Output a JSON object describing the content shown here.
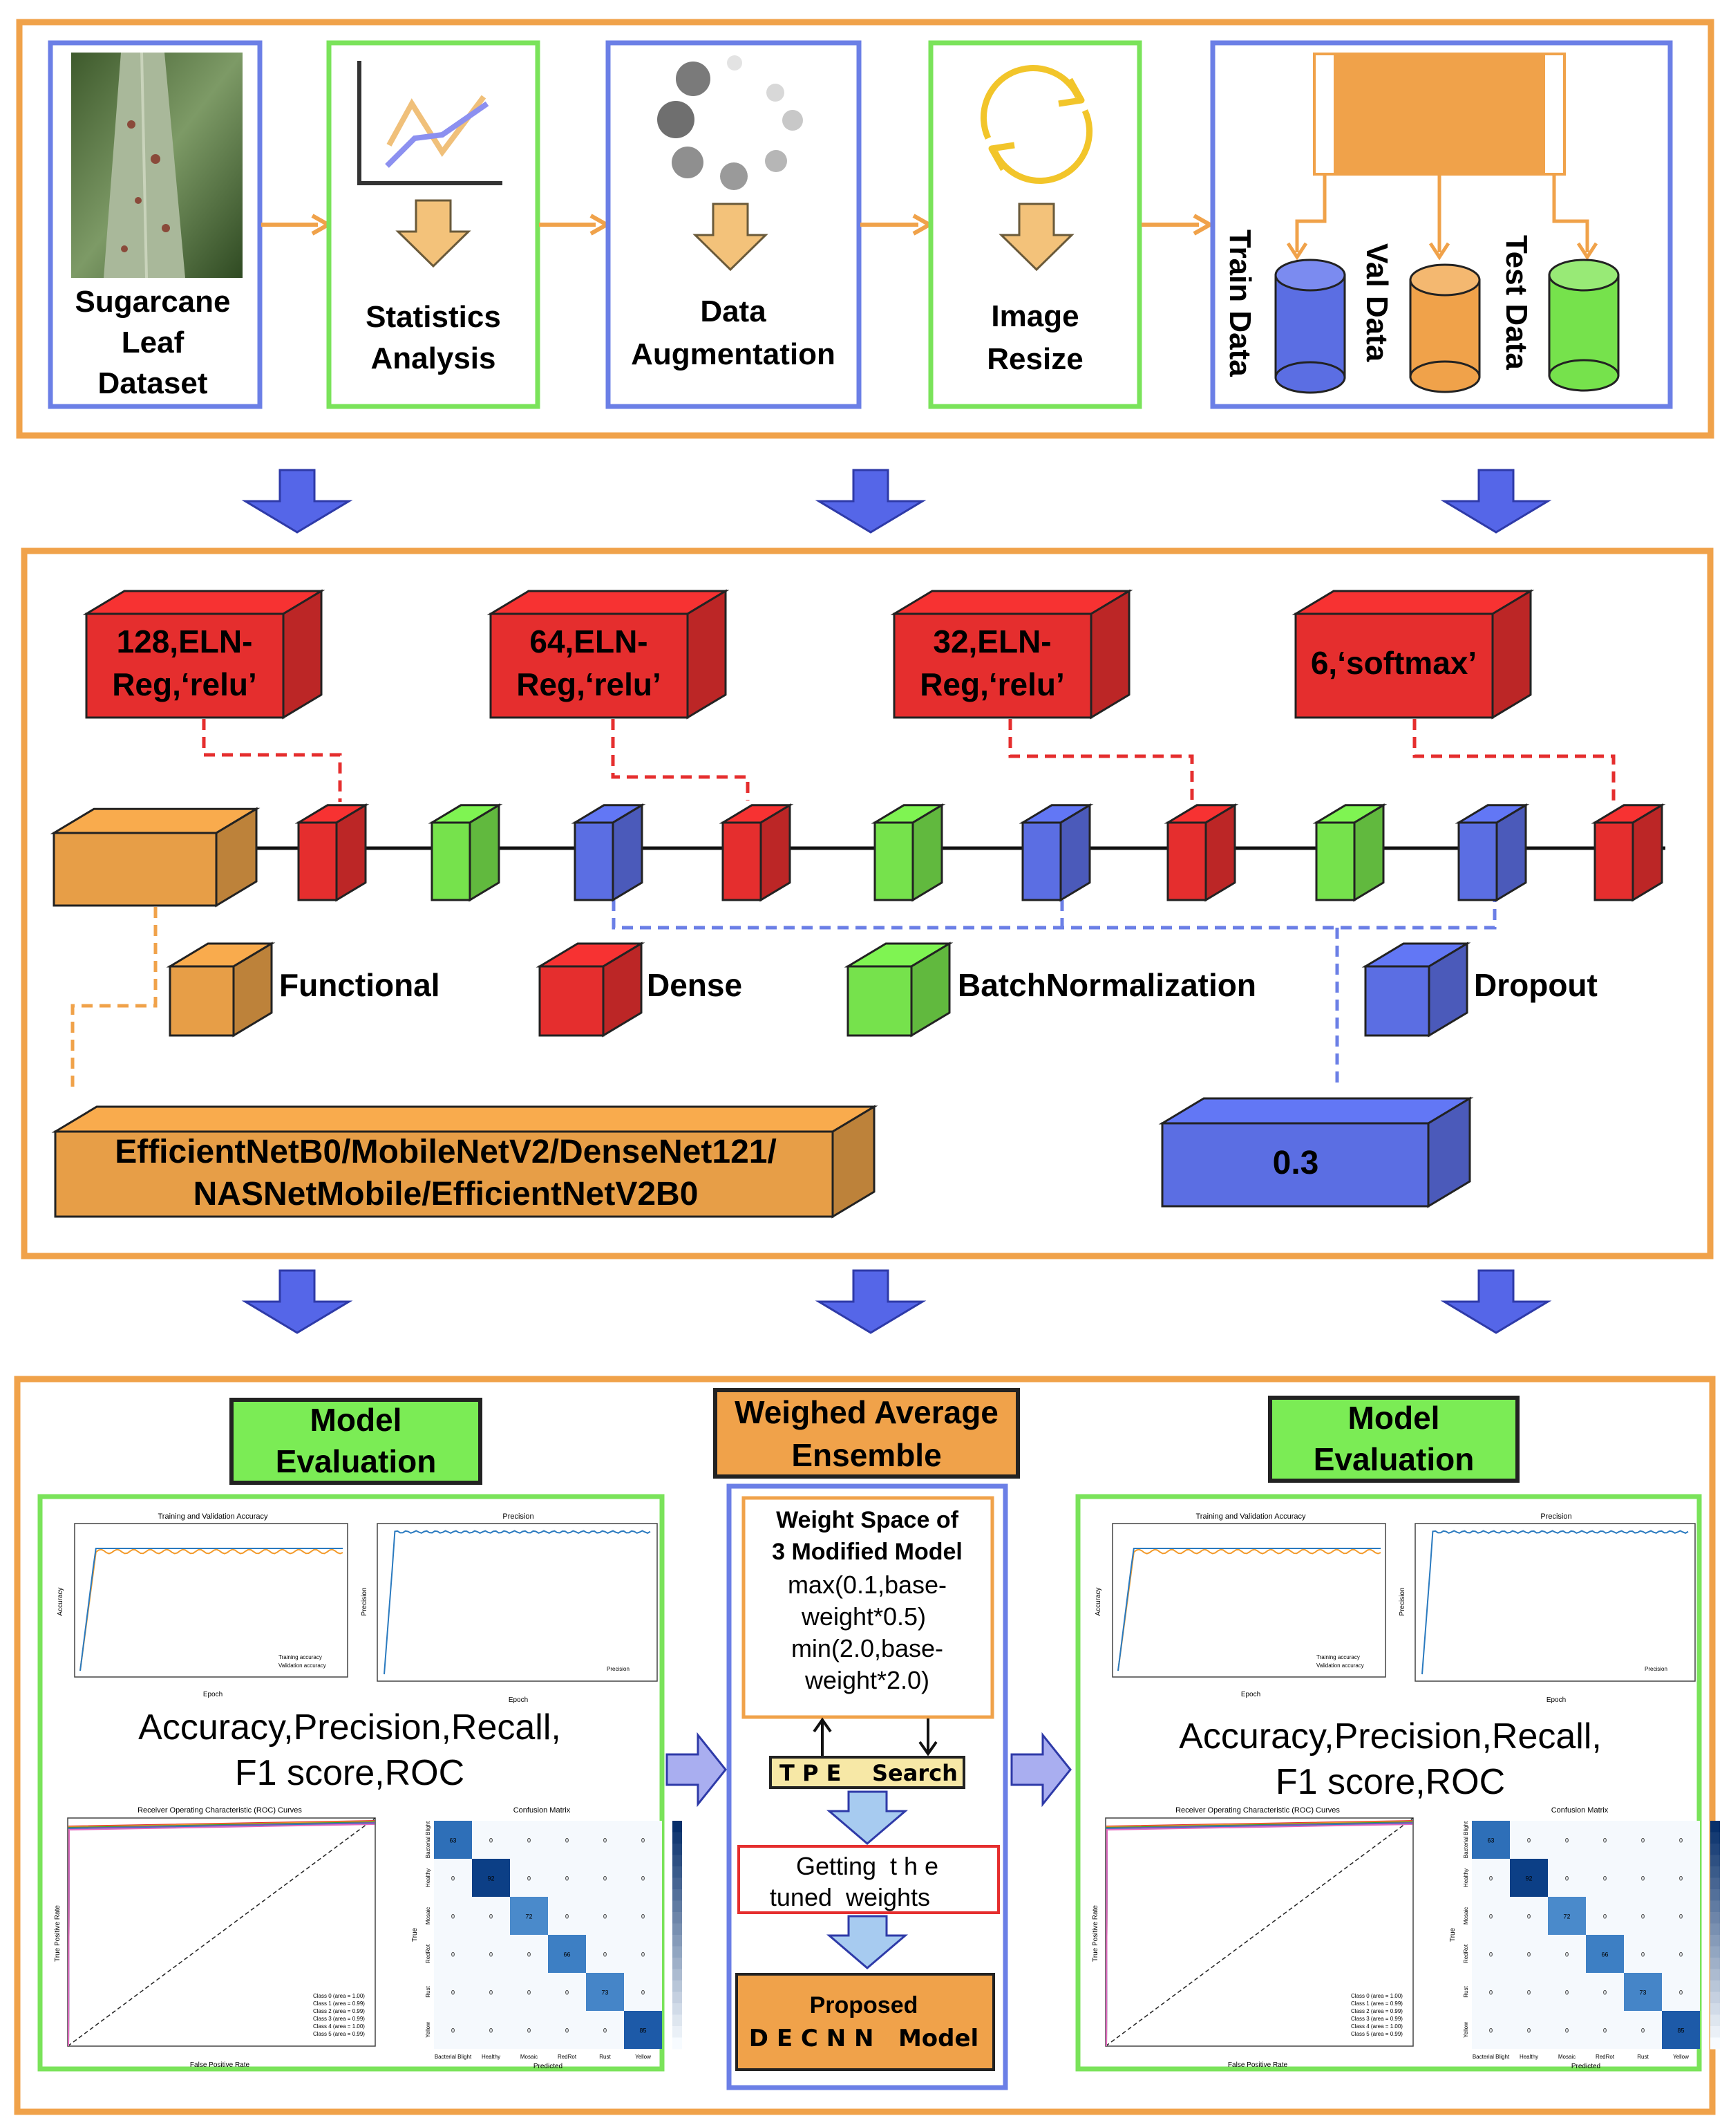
{
  "colors": {
    "orange_frame": "#F0A24A",
    "blue_frame": "#6B7FE6",
    "green_frame": "#7AE35A",
    "red_block": "#E52E2E",
    "blue_block": "#5B6EE3",
    "green_block": "#76E24C",
    "orange_block": "#E79E47",
    "model_eval_fill": "#7BEC55",
    "ensemble_fill": "#F0A24A",
    "arrow_blue": "#5566E8",
    "arrow_lightblue": "#A7CBF0"
  },
  "preprocessing": {
    "dataset_label": "Sugarcane Leaf Dataset",
    "statistics_label": "Statistics Analysis",
    "augmentation_label": "Data Augmentation",
    "resize_label": "Image Resize",
    "split": {
      "train": "Train Data",
      "val": "Val Data",
      "test": "Test Data"
    }
  },
  "architecture": {
    "dense_blocks": [
      "128,ELN-Reg,‘relu’",
      "64,ELN-Reg,‘relu’",
      "32,ELN-Reg,‘relu’",
      "6,‘softmax’"
    ],
    "layer_sequence": [
      "functional",
      "dense",
      "batchnorm",
      "dropout",
      "dense",
      "batchnorm",
      "dropout",
      "dense",
      "batchnorm",
      "dropout",
      "dense"
    ],
    "legend": {
      "functional": "Functional",
      "dense": "Dense",
      "batchnorm": "BatchNormalization",
      "dropout": "Dropout"
    },
    "backbones": "EfficientNetB0/MobileNetV2/DenseNet121/ NASNetMobile/EfficientNetV2B0",
    "dropout_rate": "0.3"
  },
  "evaluation": {
    "left_title": "Model Evaluation",
    "right_title": "Model Evaluation",
    "metrics_text": "Accuracy,Precision,Recall, F1 score,ROC",
    "accuracy_plot_title": "Training and Validation Accuracy",
    "precision_plot_title": "Precision",
    "roc_plot_title": "Receiver Operating Characteristic (ROC) Curves",
    "confusion_title": "Confusion Matrix",
    "epoch_label": "Epoch",
    "accuracy_axis": "Accuracy",
    "precision_axis": "Precision",
    "fpr_label": "False Positive Rate",
    "tpr_label": "True Positive Rate",
    "true_label": "True",
    "predicted_label": "Predicted",
    "legend_train": "Training accuracy",
    "legend_val": "Validation accuracy",
    "roc_legend": [
      "Class 0 (area = 1.00)",
      "Class 1 (area = 0.99)",
      "Class 2 (area = 0.99)",
      "Class 3 (area = 0.99)",
      "Class 4 (area = 1.00)",
      "Class 5 (area = 0.99)"
    ],
    "classes": [
      "Bacterial Blight",
      "Healthy",
      "Mosaic",
      "RedRot",
      "Rust",
      "Yellow"
    ],
    "confusion_diag": [
      63,
      92,
      72,
      66,
      73,
      85
    ]
  },
  "ensemble": {
    "title": "Weighed Average Ensemble",
    "weight_space_title": "Weight Space of 3 Modified Model",
    "max_expr": "max(0.1,base- weight*0.5)",
    "min_expr": "min(2.0,base- weight*2.0)",
    "tpe_search": "T P E    Search",
    "getting_tuned": "Getting  t h e tuned  weights",
    "proposed": "Proposed",
    "decnn_model": "D E C N N   Model"
  }
}
